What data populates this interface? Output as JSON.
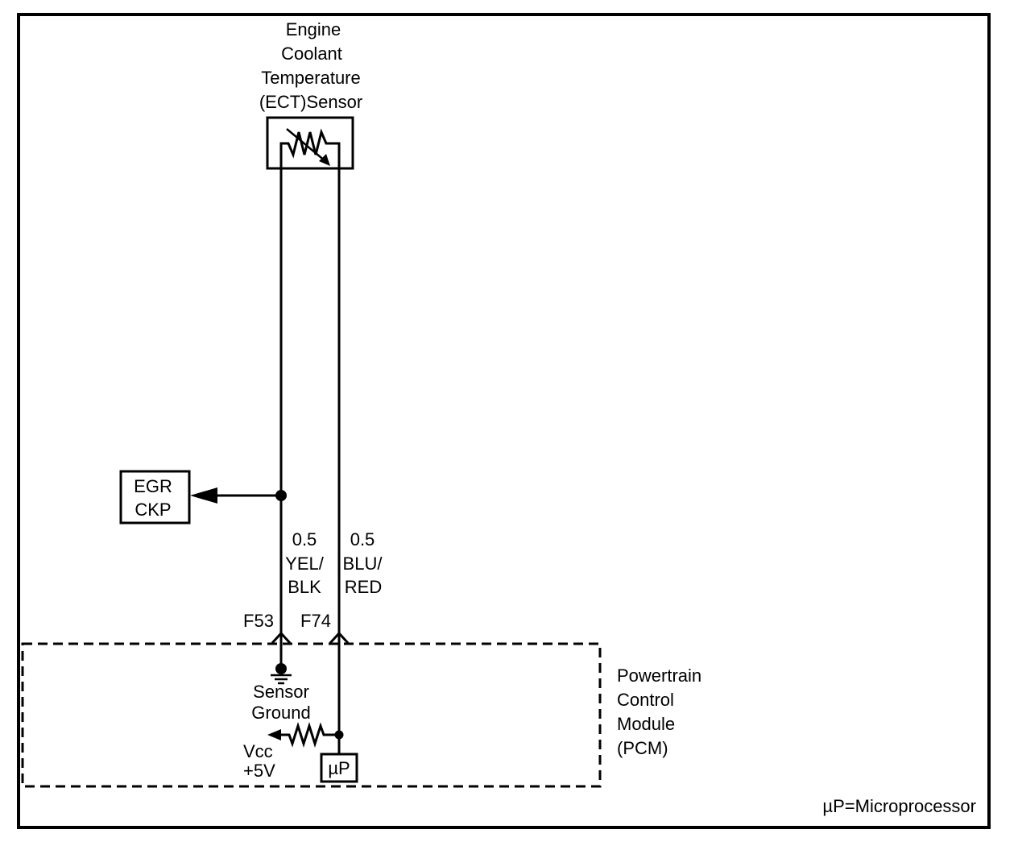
{
  "sensor": {
    "label_lines": [
      "Engine",
      "Coolant",
      "Temperature",
      "(ECT)Sensor"
    ]
  },
  "egr_box": {
    "label_lines": [
      "EGR",
      "CKP"
    ]
  },
  "wires": [
    {
      "size": "0.5",
      "color_line1": "YEL/",
      "color_line2": "BLK",
      "pin": "F53"
    },
    {
      "size": "0.5",
      "color_line1": "BLU/",
      "color_line2": "RED",
      "pin": "F74"
    }
  ],
  "pcm": {
    "label_lines": [
      "Powertrain",
      "Control",
      "Module",
      "(PCM)"
    ],
    "sensor_ground_lines": [
      "Sensor",
      "Ground"
    ],
    "vcc_line1": "Vcc",
    "vcc_line2": "+5V",
    "microprocessor_label": "µP"
  },
  "footnote": "µP=Microprocessor"
}
